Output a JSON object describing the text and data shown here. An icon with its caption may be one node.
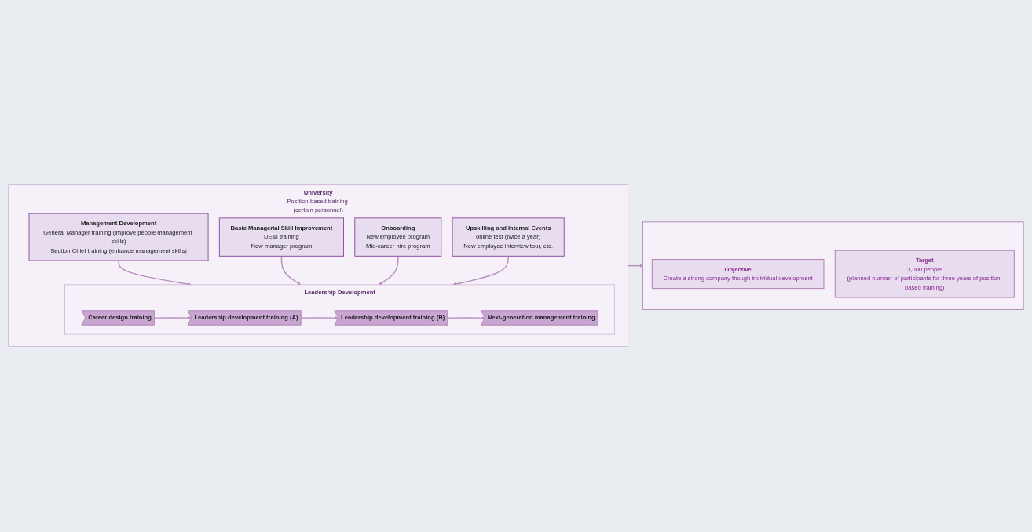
{
  "diagram": {
    "nodes": [
      {
        "text": [
          "University",
          "Position-based training (certain personnel)"
        ]
      },
      {
        "text": [
          "Management Development",
          "General Manager training (improve people management skills)",
          "Section Chief training (enhance management skills)"
        ],
        "in": 0
      },
      {
        "text": [
          "Basic Managerial Skill Improvement",
          "DE&I training",
          "New manager program"
        ],
        "in": 0
      },
      {
        "text": [
          "Leadership Development"
        ],
        "in": 0
      },
      {
        "text": [
          "Career design training"
        ],
        "in": 3
      },
      {
        "text": [
          "Leadership development training (A)"
        ],
        "in": 3
      },
      {
        "text": [
          "Leadership development training (B)"
        ],
        "in": 3
      },
      {
        "text": [
          "Next-generation management training"
        ],
        "in": 3
      },
      {
        "text": [
          "Onboarding",
          "New employee program",
          "Mid-career hire program"
        ],
        "in": 0
      },
      {
        "text": [
          "Upskilling and Internal Events",
          "online test (twice a year)",
          "New employee interview tour, etc."
        ],
        "in": 0
      },
      {
        "text": [],
        "shape": "box"
      },
      {
        "text": [
          "Objective",
          "Create a strong company though individual development"
        ],
        "in": 10
      },
      {
        "text": [
          "Target",
          "3,000 people",
          "(planned number of participants for three years of position-based training)"
        ],
        "in": 10
      }
    ],
    "edges": [
      {
        "from": 1,
        "to": 3,
        "arrow": "to"
      },
      {
        "from": 2,
        "to": 3,
        "arrow": "to"
      },
      {
        "from": 8,
        "to": 3,
        "arrow": "to"
      },
      {
        "from": 9,
        "to": 3,
        "arrow": "to"
      },
      {
        "from": 4,
        "to": 5,
        "arrow": "to"
      },
      {
        "from": 5,
        "to": 6,
        "arrow": "to"
      },
      {
        "from": 6,
        "to": 7,
        "arrow": "to"
      },
      {
        "from": 0,
        "to": 10,
        "arrow": "to"
      }
    ]
  }
}
